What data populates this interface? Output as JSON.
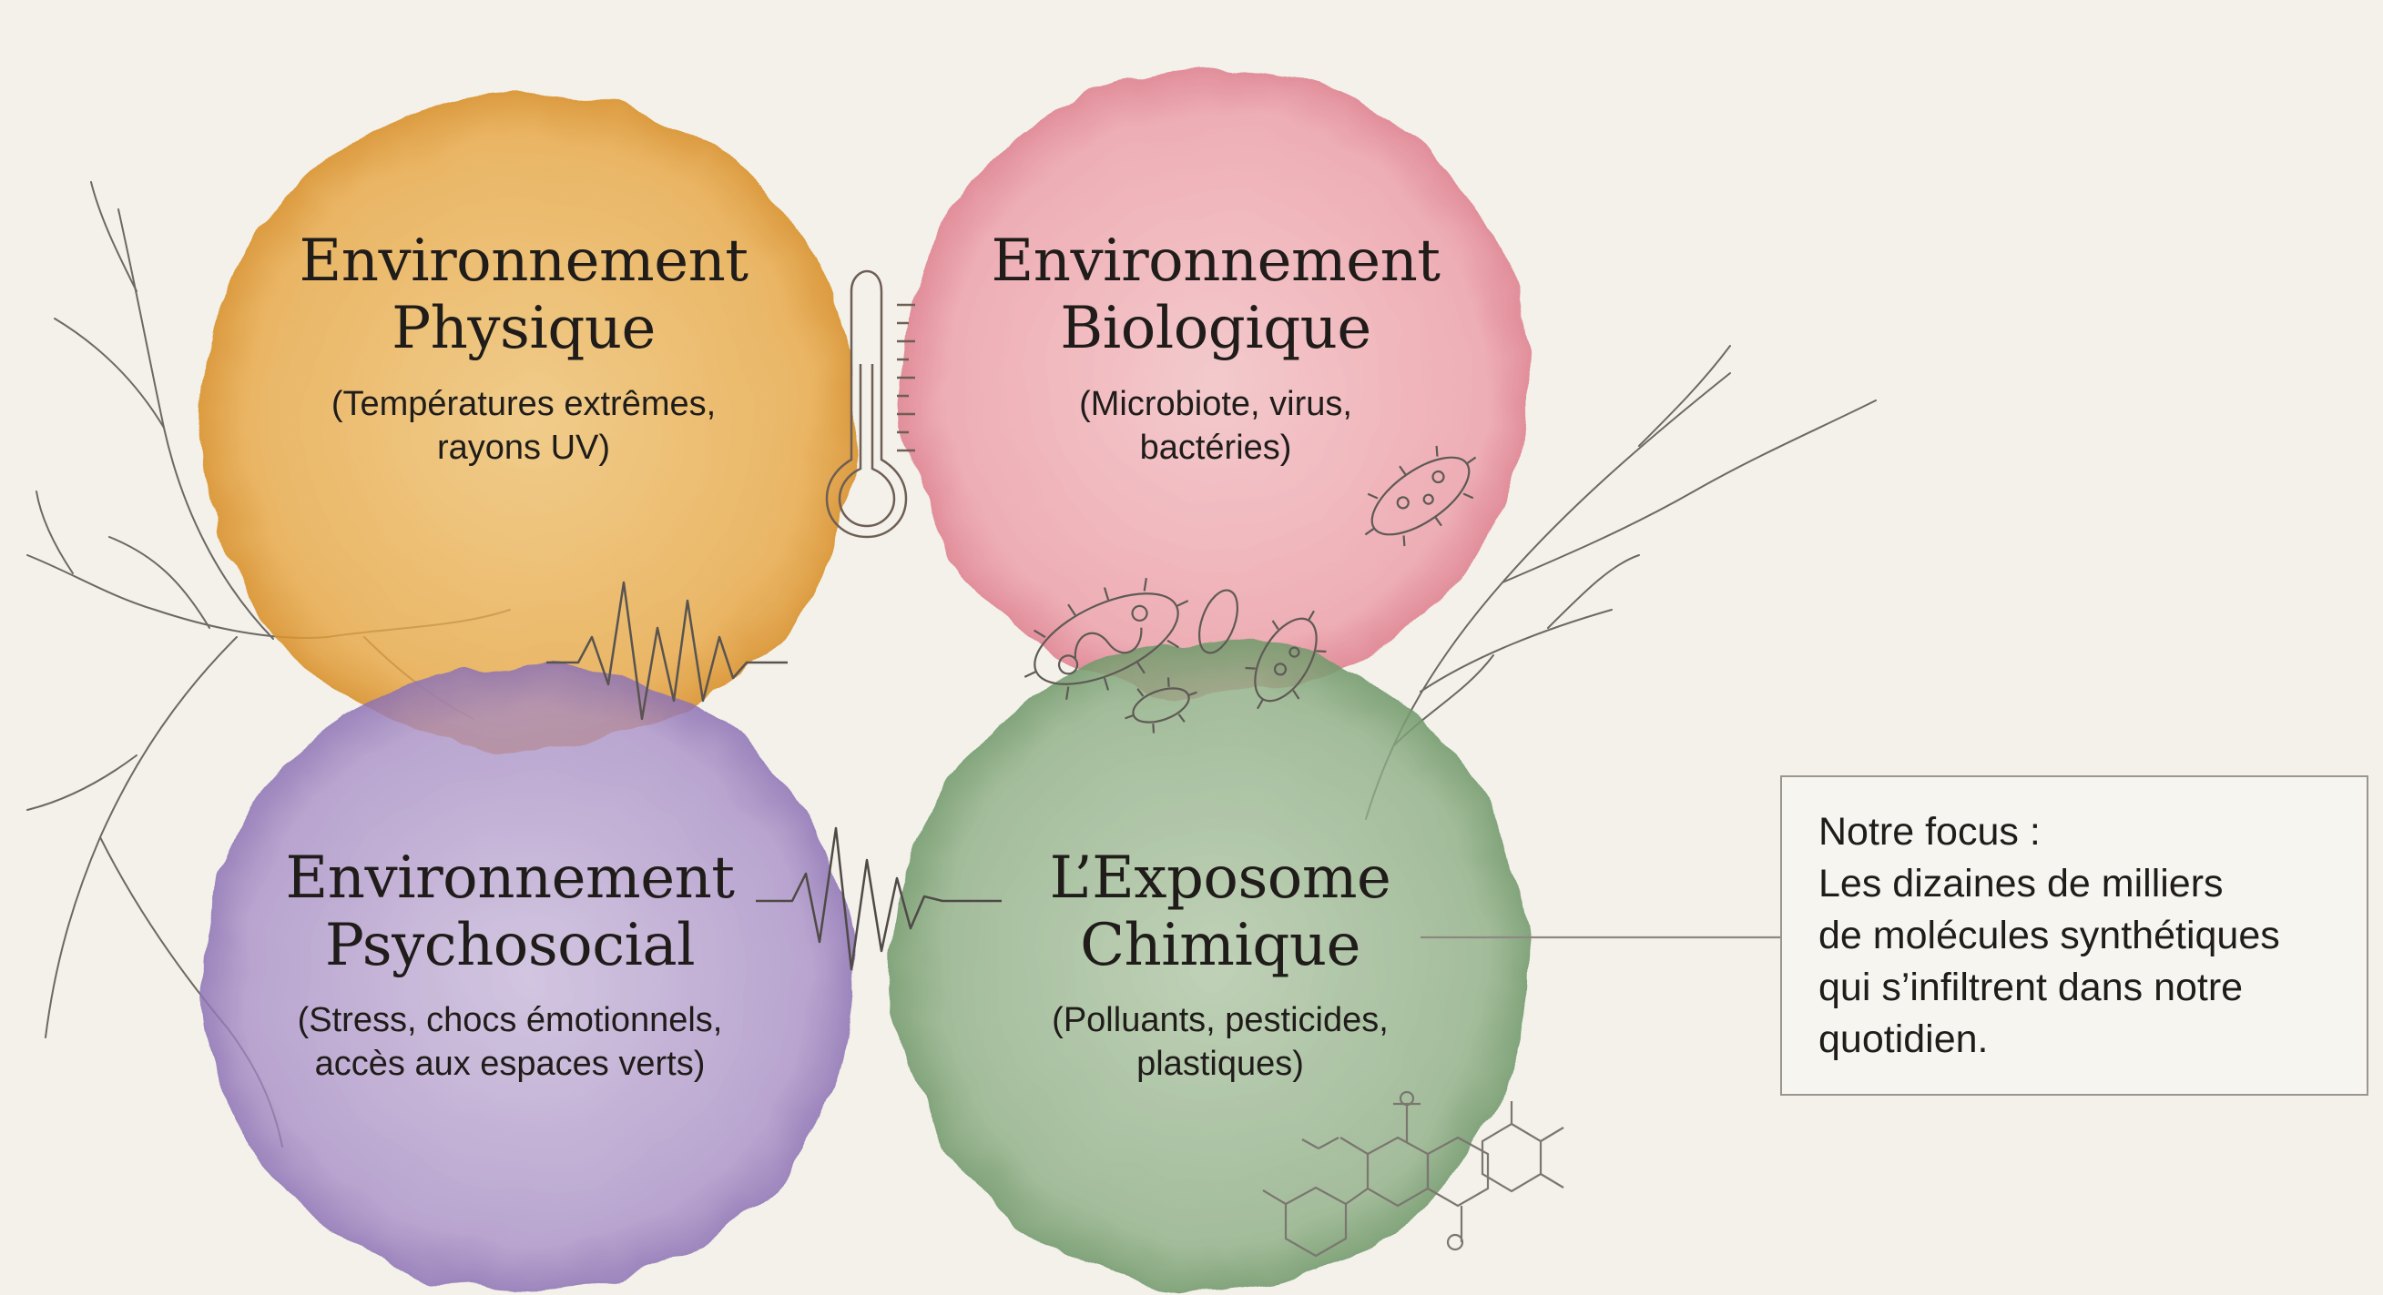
{
  "circles": [
    {
      "key": "physique",
      "title_lines": [
        "Environnement",
        "Physique"
      ],
      "subtitle_lines": [
        "(Températures extrêmes,",
        "rayons UV)"
      ],
      "color": "#e8a744"
    },
    {
      "key": "biologique",
      "title_lines": [
        "Environnement",
        "Biologique"
      ],
      "subtitle_lines": [
        "(Microbiote, virus,",
        "bactéries)"
      ],
      "color": "#ec97a3"
    },
    {
      "key": "psychosocial",
      "title_lines": [
        "Environnement",
        "Psychosocial"
      ],
      "subtitle_lines": [
        "(Stress, chocs émotionnels,",
        "accès aux espaces verts)"
      ],
      "color": "#a58bc6"
    },
    {
      "key": "chimique",
      "title_lines": [
        "L’Exposome",
        "Chimique"
      ],
      "subtitle_lines": [
        "(Polluants, pesticides,",
        "plastiques)"
      ],
      "color": "#8cad84"
    }
  ],
  "callout": {
    "lines": [
      "Notre focus :",
      "Les dizaines de milliers",
      "de molécules synthétiques",
      "qui s’infiltrent dans notre",
      "quotidien."
    ]
  },
  "icons": [
    "thermometer-icon",
    "bacteria-icon",
    "wave-icon",
    "molecule-icon",
    "branch-icon"
  ],
  "colors": {
    "background": "#f3f1ea",
    "line": "#5e5a55"
  }
}
